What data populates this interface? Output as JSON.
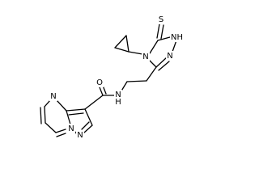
{
  "molecule": {
    "atoms": {
      "thione_s": "S",
      "triazole_nh": "NH",
      "triazole_n4": "N",
      "triazole_n2": "N",
      "amide_o": "O",
      "amide_nh": "N",
      "amide_h": "H",
      "pyrimidine_n": "N",
      "bridgehead_n": "N",
      "pyrazole_n": "N"
    }
  }
}
